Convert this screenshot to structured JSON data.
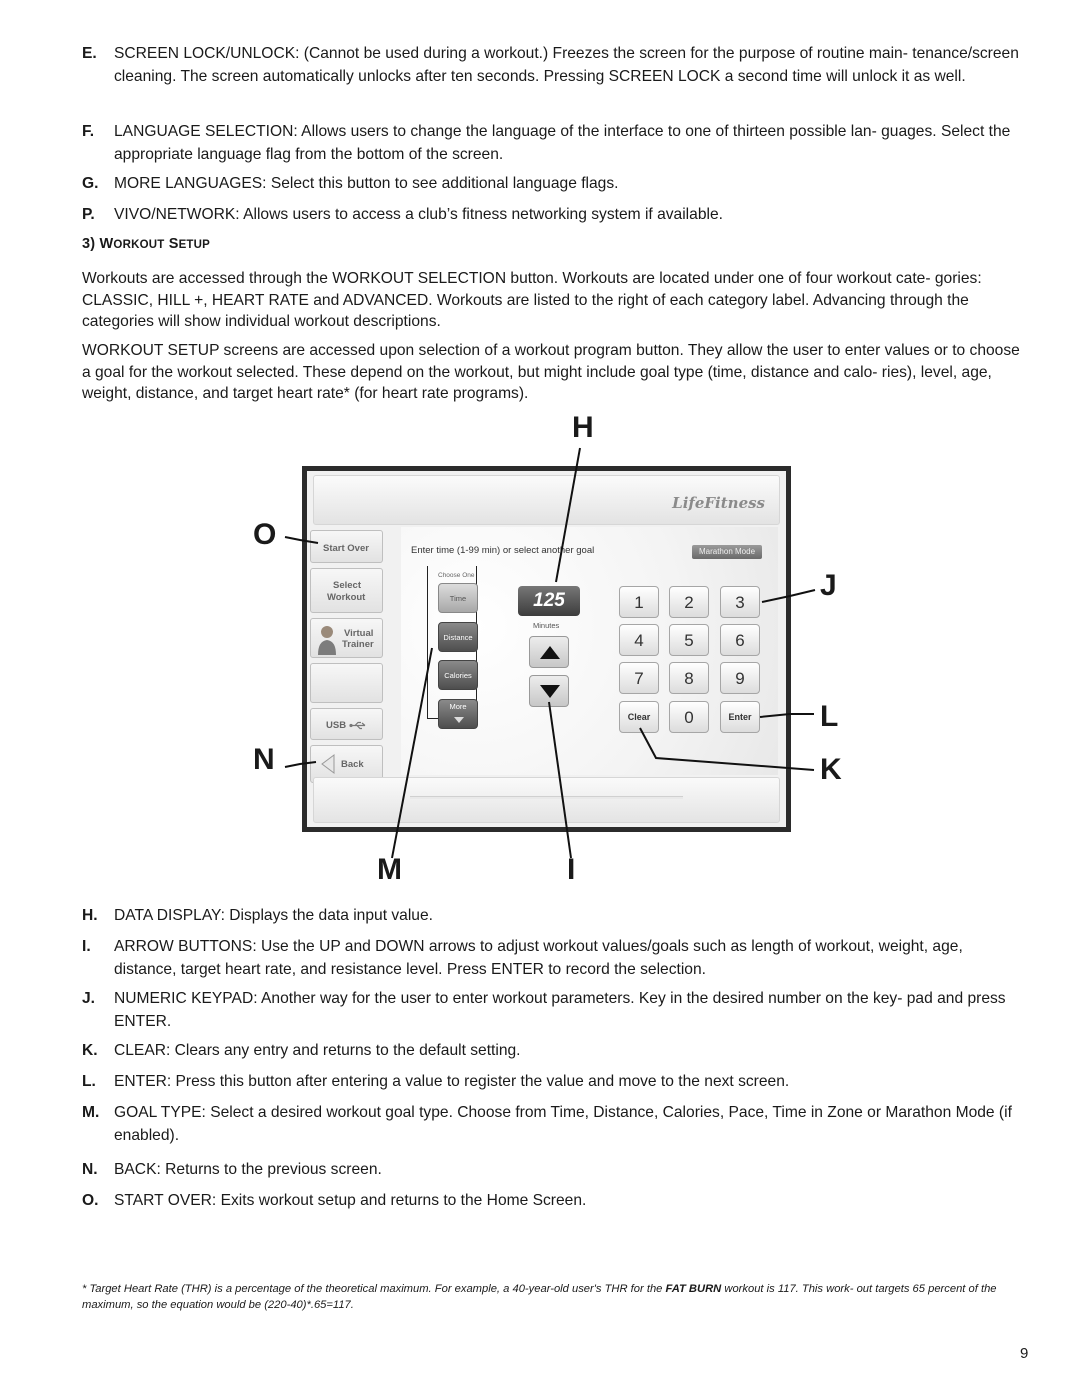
{
  "intro_items": [
    {
      "letter": "E.",
      "text": "SCREEN LOCK/UNLOCK: (Cannot be used during a workout.) Freezes the screen for the purpose of routine main- tenance/screen cleaning. The screen automatically unlocks after ten seconds. Pressing SCREEN LOCK a second time will unlock it as well."
    },
    {
      "letter": "F.",
      "text": "LANGUAGE SELECTION: Allows users to change the language of the interface to one of thirteen possible lan- guages. Select the appropriate language flag from the bottom of the screen."
    },
    {
      "letter": "G.",
      "text": "MORE LANGUAGES: Select this button to see additional language flags."
    },
    {
      "letter": "P.",
      "text": "VIVO/NETWORK: Allows users to access a club’s fitness networking system if available."
    }
  ],
  "section": {
    "number": "3)",
    "w1": "W",
    "w2": "ORKOUT",
    "s1": "S",
    "s2": "ETUP"
  },
  "paragraphs": [
    "Workouts are accessed through the WORKOUT SELECTION button. Workouts are located under one of four workout cate- gories: CLASSIC, HILL +, HEART RATE and ADVANCED. Workouts are listed to the right of each category label. Advancing through the categories will show individual workout descriptions.",
    "WORKOUT SETUP screens are accessed upon selection of a workout program button. They allow the user to enter values or to choose a goal for the workout selected. These depend on the workout, but might include goal type (time, distance and calo- ries), level, age, weight, distance, and target heart rate* (for heart rate programs)."
  ],
  "callouts": {
    "H": "H",
    "O": "O",
    "J": "J",
    "L": "L",
    "N": "N",
    "K": "K",
    "M": "M",
    "I": "I"
  },
  "screen": {
    "logo": "LifeFitness",
    "sidebar": {
      "start_over": "Start Over",
      "select": "Select",
      "workout": "Workout",
      "virtual": "Virtual",
      "trainer": "Trainer",
      "usb": "USB",
      "back": "Back"
    },
    "prompt": "Enter time (1-99 min) or select another goal",
    "marathon_mode": "Marathon Mode",
    "choose_one": "Choose One",
    "goals": [
      "Time",
      "Distance",
      "Calories",
      "More"
    ],
    "display_value": "125",
    "display_unit": "Minutes",
    "keys": [
      "1",
      "2",
      "3",
      "4",
      "5",
      "6",
      "7",
      "8",
      "9",
      "Clear",
      "0",
      "Enter"
    ]
  },
  "desc_items": [
    {
      "letter": "H.",
      "text": "DATA DISPLAY: Displays the data input value."
    },
    {
      "letter": "I.",
      "text": "ARROW BUTTONS: Use the UP and DOWN arrows to adjust workout values/goals such as length of workout, weight, age, distance, target heart rate, and resistance level. Press ENTER to record the selection."
    },
    {
      "letter": "J.",
      "text": "NUMERIC KEYPAD: Another way for the user to enter workout parameters. Key in the desired number on the key- pad and press ENTER."
    },
    {
      "letter": "K.",
      "text": "CLEAR: Clears any entry and returns to the default setting."
    },
    {
      "letter": "L.",
      "text": "ENTER: Press this button after entering a value to register the value and move to the next screen."
    },
    {
      "letter": "M.",
      "text": "GOAL TYPE: Select a desired workout goal type. Choose from Time, Distance, Calories, Pace, Time in Zone or Marathon Mode (if enabled)."
    },
    {
      "letter": "N.",
      "text": "BACK: Returns to the previous screen."
    },
    {
      "letter": "O.",
      "text": "START OVER: Exits workout setup and returns to the Home Screen."
    }
  ],
  "footnote": {
    "pre": "* Target Heart Rate (THR) is a percentage of the theoretical maximum. For example, a 40-year-old user's THR for the ",
    "bold": "FAT BURN",
    "post": " workout is 117. This work- out targets 65 percent of the maximum, so the equation would be (220-40)*.65=117."
  },
  "page_number": "9"
}
